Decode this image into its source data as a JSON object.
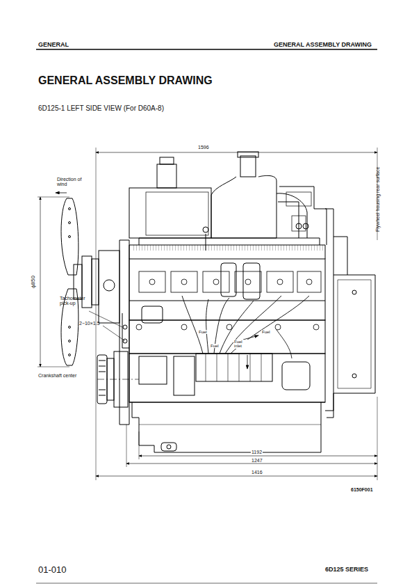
{
  "diagram": {
    "title": "GENERAL ASSEMBLY DRAWING",
    "labels": [
      "GENERAL",
      "GENERAL ASSEMBLY DRAWING",
      "6D125-1 LEFT SIDE VIEW (For D60A-8)",
      "1596",
      "Direction of wind",
      "Flywheel housing rear surface",
      "ϕ850",
      "Tachometer pick-up",
      "2−10×1.5",
      "Crankshaft center",
      "Fuel",
      "Fuel",
      "Fuel inlet",
      "Fuel",
      "1192",
      "1247",
      "1416",
      "6150F001",
      "01-010",
      "6D125 SERIES"
    ]
  }
}
